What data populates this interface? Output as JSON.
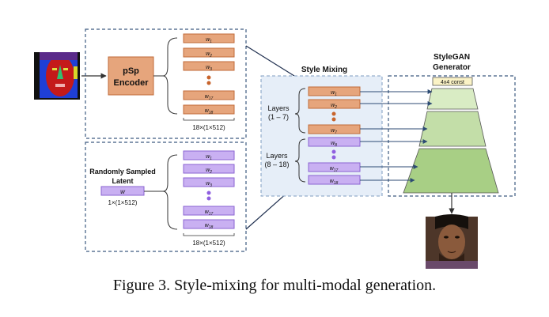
{
  "encoder": {
    "line1": "pSp",
    "line2": "Encoder"
  },
  "random": {
    "line1": "Randomly Sampled",
    "line2": "Latent",
    "w_label": "w",
    "w_shape": "1×(1×512)"
  },
  "w": {
    "base": "w",
    "s1": "1",
    "s2": "2",
    "s3": "3",
    "s7": "7",
    "s8": "8",
    "s17": "17",
    "s18": "18"
  },
  "stack_shape": "18×(1×512)",
  "mixing": {
    "title": "Style Mixing",
    "layers_a_1": "Layers",
    "layers_a_2": "(1 – 7)",
    "layers_b_1": "Layers",
    "layers_b_2": "(8 – 18)"
  },
  "generator": {
    "title1": "StyleGAN",
    "title2": "Generator",
    "const_label": "4x4 const"
  },
  "caption": "Figure 3. Style-mixing for multi-modal generation.",
  "colors": {
    "orange": "#e6a57c",
    "orange_border": "#c06a38",
    "purple": "#c9b0f2",
    "purple_border": "#8a63d2",
    "encoder_fill": "#e6a57c",
    "mix_bg": "#e6eef8",
    "dash": "#3d5a80",
    "green_light": "#d9ecc4",
    "green_mid": "#c3dea8",
    "green_dark": "#a8cf85",
    "dot_orange": "#c8642c",
    "dot_purple": "#8f5fe0"
  }
}
